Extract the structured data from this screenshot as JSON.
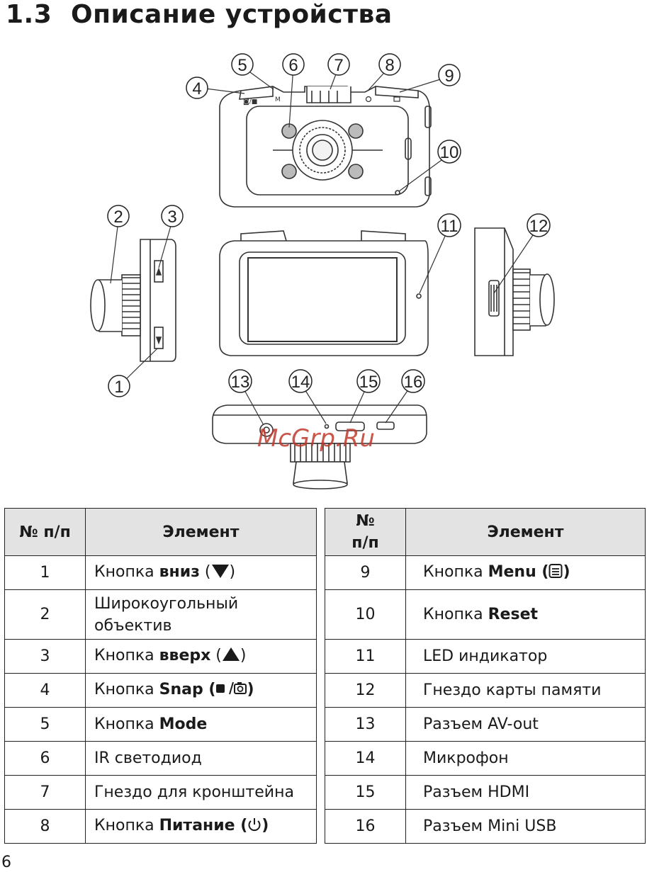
{
  "heading": {
    "number": "1.3",
    "title": "Описание устройства"
  },
  "figure": {
    "callouts": [
      "1",
      "2",
      "3",
      "4",
      "5",
      "6",
      "7",
      "8",
      "9",
      "10",
      "11",
      "12",
      "13",
      "14",
      "15",
      "16"
    ],
    "button_marks": {
      "snap": "◙/■",
      "mode": "M"
    },
    "watermark": "McGrp.Ru"
  },
  "table_left": {
    "header_num": "№ п/п",
    "header_elem": "Элемент",
    "rows": [
      {
        "num": "1",
        "prefix": "Кнопка ",
        "bold": "вниз",
        "suffix_open": " (",
        "icon": "triangle-down-icon",
        "suffix_close": ")"
      },
      {
        "num": "2",
        "text": "Широкоугольный объектив"
      },
      {
        "num": "3",
        "prefix": "Кнопка ",
        "bold": "вверх",
        "suffix_open": " (",
        "icon": "triangle-up-icon",
        "suffix_close": ")"
      },
      {
        "num": "4",
        "prefix": "Кнопка ",
        "bold": "Snap (",
        "icon": "record-camera-icon",
        "bold_close": ")"
      },
      {
        "num": "5",
        "prefix": "Кнопка ",
        "bold": "Mode"
      },
      {
        "num": "6",
        "text": "IR светодиод"
      },
      {
        "num": "7",
        "text": "Гнездо для кронштейна"
      },
      {
        "num": "8",
        "prefix": "Кнопка ",
        "bold": "Питание (",
        "icon": "power-icon",
        "bold_close": ")"
      }
    ]
  },
  "table_right": {
    "header_num": "№ п/п",
    "header_elem": "Элемент",
    "rows": [
      {
        "num": "9",
        "prefix": "Кнопка ",
        "bold": "Menu (",
        "icon": "menu-icon",
        "bold_close": ")"
      },
      {
        "num": "10",
        "prefix": "Кнопка ",
        "bold": "Reset"
      },
      {
        "num": "11",
        "text": "LED индикатор"
      },
      {
        "num": "12",
        "text": "Гнездо карты памяти"
      },
      {
        "num": "13",
        "text": "Разъем AV-out"
      },
      {
        "num": "14",
        "text": "Микрофон"
      },
      {
        "num": "15",
        "text": "Разъем HDMI"
      },
      {
        "num": "16",
        "text": "Разъем Mini USB"
      }
    ]
  },
  "page_number": "6"
}
